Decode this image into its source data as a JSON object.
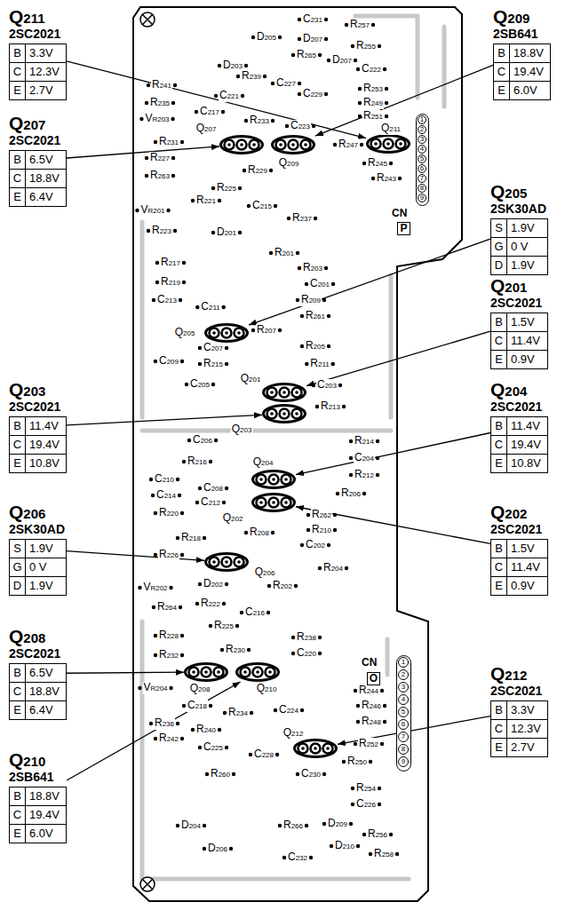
{
  "diagram": {
    "nodes": [
      {
        "text": [
          "Q211",
          "2SC2021",
          "B",
          "3.3V",
          "C",
          "12.3V",
          "E",
          "2.7V"
        ]
      },
      {
        "text": [
          "Q209",
          "2SB641",
          "B",
          "18.8V",
          "C",
          "19.4V",
          "E",
          "6.0V"
        ]
      },
      {
        "text": [
          "Q207",
          "2SC2021",
          "B",
          "6.5V",
          "C",
          "18.8V",
          "E",
          "6.4V"
        ]
      },
      {
        "text": [
          "Q205",
          "2SK30AD",
          "S",
          "1.9V",
          "G",
          "0 V",
          "D",
          "1.9V"
        ]
      },
      {
        "text": [
          "Q201",
          "2SC2021",
          "B",
          "1.5V",
          "C",
          "11.4V",
          "E",
          "0.9V"
        ]
      },
      {
        "text": [
          "Q203",
          "2SC2021",
          "B",
          "11.4V",
          "C",
          "19.4V",
          "E",
          "10.8V"
        ]
      },
      {
        "text": [
          "Q204",
          "2SC2021",
          "B",
          "11.4V",
          "C",
          "19.4V",
          "E",
          "10.8V"
        ]
      },
      {
        "text": [
          "Q206",
          "2SK30AD",
          "S",
          "1.9V",
          "G",
          "0 V",
          "D",
          "1.9V"
        ]
      },
      {
        "text": [
          "Q202",
          "2SC2021",
          "B",
          "1.5V",
          "C",
          "11.4V",
          "E",
          "0.9V"
        ]
      },
      {
        "text": [
          "Q208",
          "2SC2021",
          "B",
          "6.5V",
          "C",
          "18.8V",
          "E",
          "6.4V"
        ]
      },
      {
        "text": [
          "Q212",
          "2SC2021",
          "B",
          "3.3V",
          "C",
          "12.3V",
          "E",
          "2.7V"
        ]
      },
      {
        "text": [
          "Q210",
          "2SB641",
          "B",
          "18.8V",
          "C",
          "19.4V",
          "E",
          "6.0V"
        ]
      },
      {
        "text": [
          "Q211"
        ]
      },
      {
        "text": [
          "Q207"
        ]
      },
      {
        "text": [
          "Q209"
        ]
      },
      {
        "text": [
          "Q205"
        ]
      },
      {
        "text": [
          "Q201"
        ]
      },
      {
        "text": [
          "Q203"
        ]
      },
      {
        "text": [
          "Q204"
        ]
      },
      {
        "text": [
          "Q202"
        ]
      },
      {
        "text": [
          "Q206"
        ]
      },
      {
        "text": [
          "Q208"
        ]
      },
      {
        "text": [
          "Q210"
        ]
      },
      {
        "text": [
          "Q212"
        ]
      },
      {
        "text": [
          "CN",
          "P",
          "1",
          "2",
          "3",
          "4",
          "5",
          "6",
          "7",
          "8",
          "9"
        ]
      },
      {
        "text": [
          "CN",
          "O",
          "1",
          "2",
          "3",
          "4",
          "5",
          "6",
          "7",
          "8",
          "9"
        ]
      }
    ],
    "edges": [
      {
        "from": 0,
        "to": 12,
        "arrow": "to"
      },
      {
        "from": 1,
        "to": 14,
        "arrow": "to"
      },
      {
        "from": 2,
        "to": 13,
        "arrow": "to"
      },
      {
        "from": 3,
        "to": 15,
        "arrow": "to"
      },
      {
        "from": 4,
        "to": 16,
        "arrow": "to"
      },
      {
        "from": 5,
        "to": 17,
        "arrow": "to"
      },
      {
        "from": 6,
        "to": 18,
        "arrow": "to"
      },
      {
        "from": 7,
        "to": 20,
        "arrow": "to"
      },
      {
        "from": 8,
        "to": 19,
        "arrow": "to"
      },
      {
        "from": 9,
        "to": 21,
        "arrow": "to"
      },
      {
        "from": 10,
        "to": 23,
        "arrow": "to"
      },
      {
        "from": 11,
        "to": 22,
        "arrow": "to"
      }
    ],
    "labels": [
      "C231",
      "R257",
      "D205",
      "D207",
      "R255",
      "R265",
      "D207",
      "D203",
      "C222",
      "R239",
      "C227",
      "R253",
      "R241",
      "C221",
      "C229",
      "R235",
      "C217",
      "R249",
      "VR203",
      "R233",
      "C223",
      "R251",
      "R247",
      "R245",
      "R243",
      "R231",
      "R227",
      "R263",
      "R229",
      "R225",
      "R237",
      "R221",
      "C215",
      "VR201",
      "R223",
      "D201",
      "R201",
      "R203",
      "R217",
      "C201",
      "R219",
      "R209",
      "C213",
      "C211",
      "R261",
      "R207",
      "C207",
      "R205",
      "C209",
      "R215",
      "R211",
      "C205",
      "C203",
      "R213",
      "C206",
      "R214",
      "C204",
      "R216",
      "R212",
      "C210",
      "C208",
      "R206",
      "C214",
      "C212",
      "R208",
      "R262",
      "R220",
      "R210",
      "R218",
      "C202",
      "R226",
      "D202",
      "R204",
      "VR202",
      "R202",
      "R222",
      "C216",
      "R264",
      "R225",
      "R238",
      "R228",
      "C220",
      "R232",
      "R230",
      "VR204",
      "C218",
      "R234",
      "C224",
      "R244",
      "R246",
      "R248",
      "R236",
      "R240",
      "R242",
      "C225",
      "R252",
      "C228",
      "R250",
      "R260",
      "C230",
      "R254",
      "C226",
      "R266",
      "D204",
      "D209",
      "D210",
      "D206",
      "R256",
      "C232",
      "R258"
    ]
  }
}
